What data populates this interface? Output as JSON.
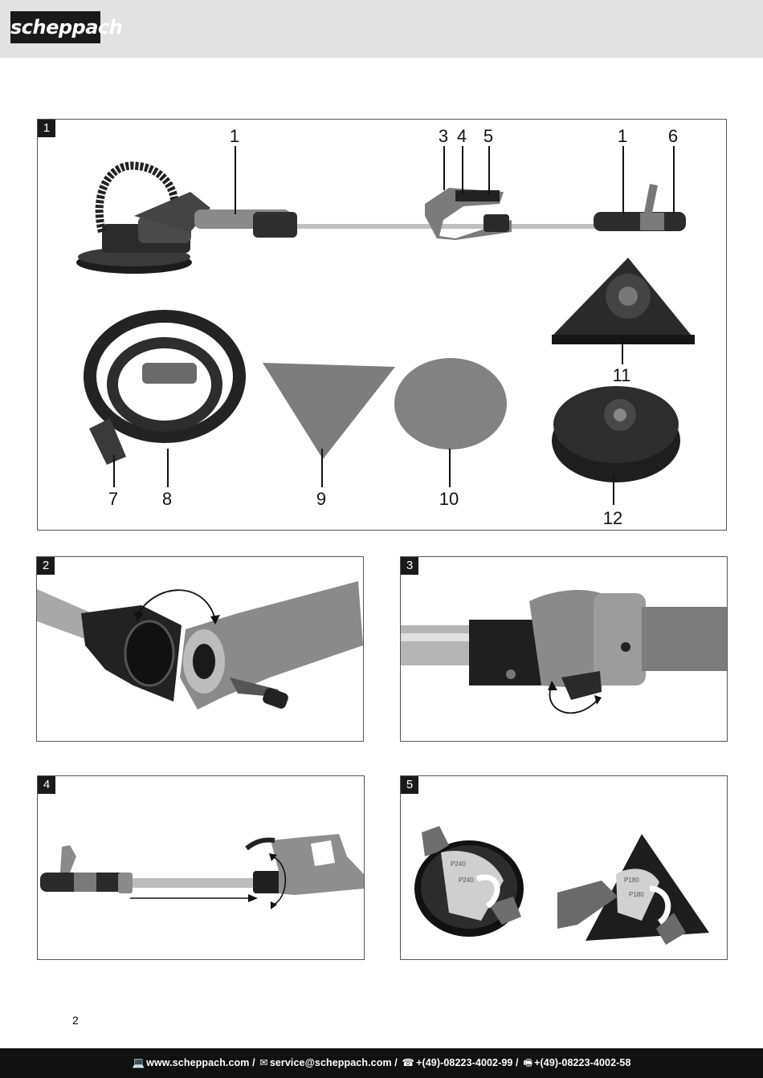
{
  "header": {
    "brand": "scheppach"
  },
  "figures": {
    "f1": {
      "number": "1",
      "callouts": [
        "1",
        "3",
        "4",
        "5",
        "1",
        "6",
        "7",
        "8",
        "9",
        "10",
        "11",
        "12"
      ]
    },
    "f2": {
      "number": "2"
    },
    "f3": {
      "number": "3"
    },
    "f4": {
      "number": "4"
    },
    "f5": {
      "number": "5",
      "disc_labels": [
        "P240",
        "P240"
      ],
      "triangle_labels": [
        "P180",
        "P180"
      ]
    }
  },
  "page_number": "2",
  "footer": {
    "web": "www.scheppach.com /",
    "email": "service@scheppach.com /",
    "phone": "+(49)-08223-4002-99 /",
    "fax": "+(49)-08223-4002-58"
  }
}
